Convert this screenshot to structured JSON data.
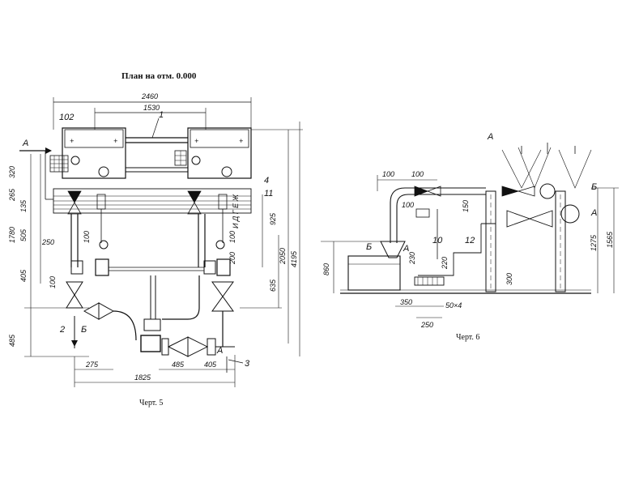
{
  "title": "План на отм. 0.000",
  "captions": {
    "left": "Черт. 5",
    "right": "Черт. 6"
  },
  "left_dims": {
    "top_2460": "2460",
    "top_1530": "1530",
    "v_320": "320",
    "v_265": "265",
    "v_135": "135",
    "v_1780": "1780",
    "v_505": "505",
    "v_250": "250",
    "v_100a": "100",
    "v_405": "405",
    "v_100b": "100",
    "v_485": "485",
    "v_925": "925",
    "v_2050": "2050",
    "v_4195": "4195",
    "v_635": "635",
    "v_100c": "100",
    "v_200": "200",
    "b_275": "275",
    "b_485": "485",
    "b_405": "405",
    "b_1825": "1825"
  },
  "left_labels": {
    "n102": "102",
    "n1": "1",
    "n4": "4",
    "n11": "11",
    "n2": "2",
    "n3": "3",
    "arrowA": "А",
    "B": "Б",
    "A": "А",
    "ladder": "И Д Г Е Ж"
  },
  "right_dims": {
    "h100a": "100",
    "h100b": "100",
    "h100c": "100",
    "v150": "150",
    "v230": "230",
    "v220": "220",
    "v300": "300",
    "v860": "860",
    "v1275": "1275",
    "v1565": "1565",
    "b350": "350",
    "b50x4": "50×4",
    "b250": "250"
  },
  "right_labels": {
    "A_top": "А",
    "B_box": "Б",
    "A_mid": "А",
    "n10": "10",
    "n12": "12",
    "B_right": "Б",
    "A_right": "А"
  }
}
